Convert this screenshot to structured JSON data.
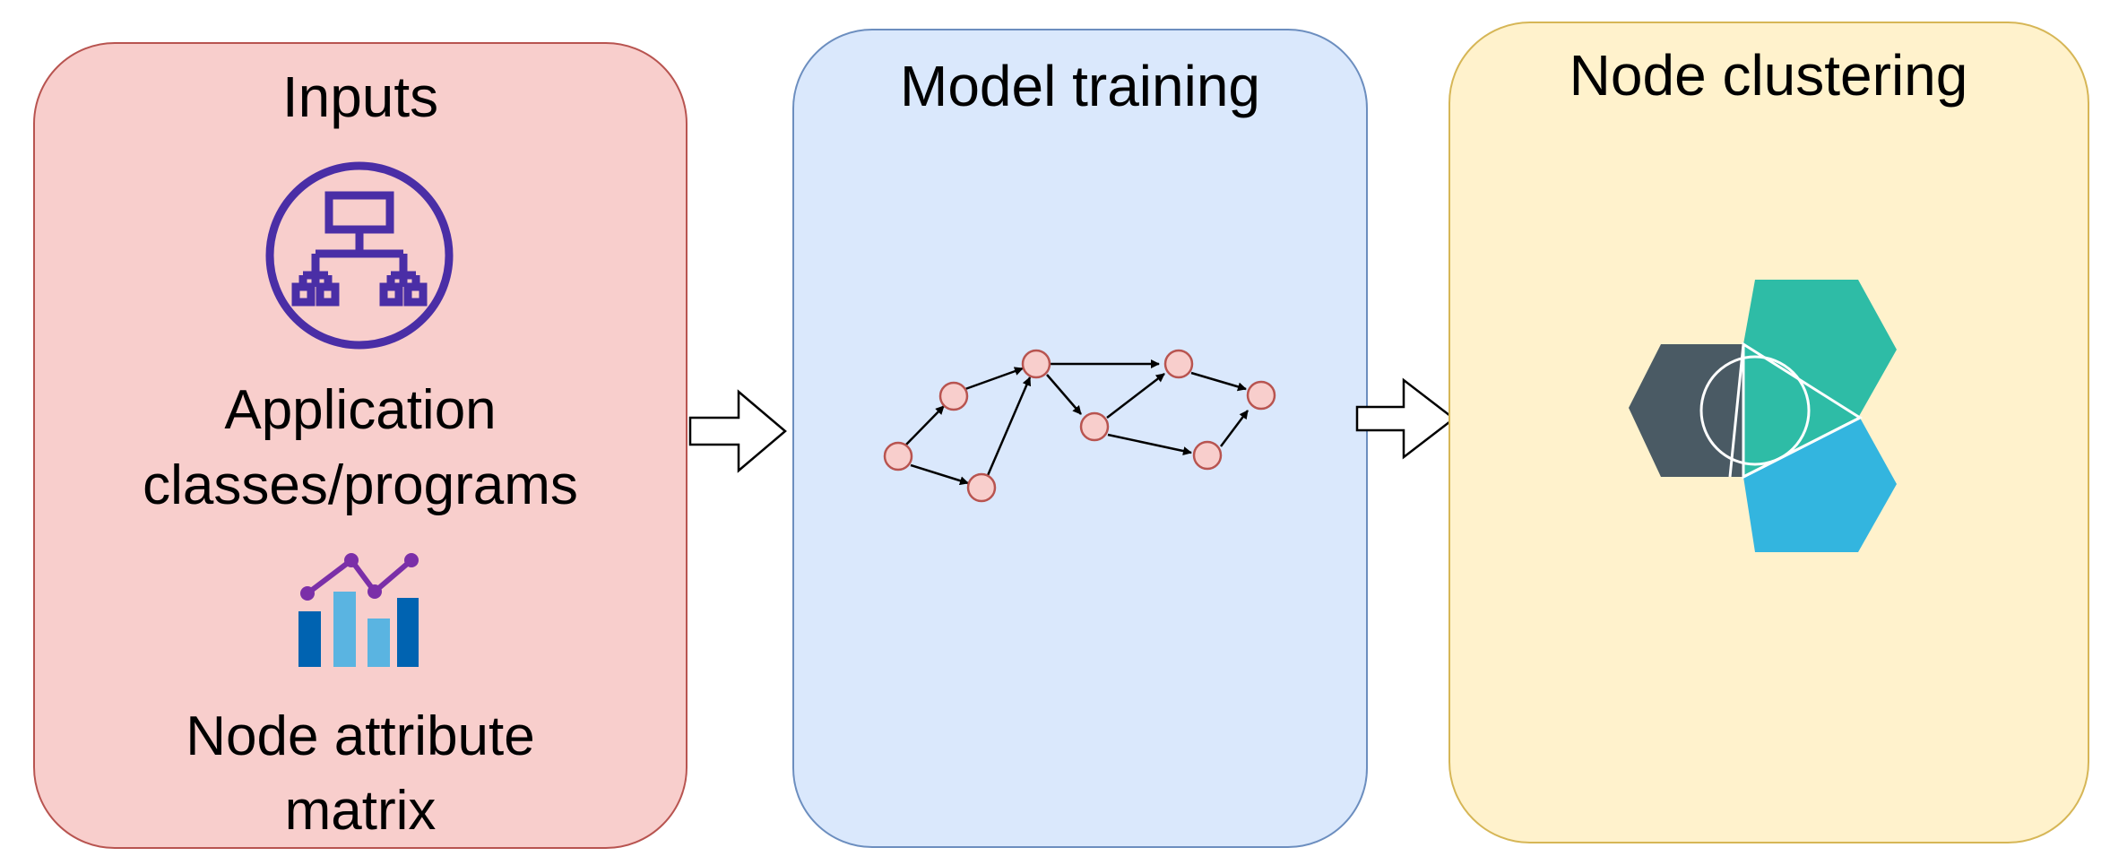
{
  "panels": {
    "inputs": {
      "title": "Inputs",
      "item1_line1": "Application",
      "item1_line2": "classes/programs",
      "item2_line1": "Node attribute",
      "item2_line2": "matrix"
    },
    "model": {
      "title": "Model training"
    },
    "clustering": {
      "title": "Node clustering"
    }
  },
  "icons": {
    "hierarchy": "sitemap-icon",
    "chart": "bar-line-chart-icon",
    "graph": "directed-graph-icon",
    "cluster": "hexagon-cluster-icon"
  },
  "colors": {
    "inputs_fill": "#f8cecc",
    "inputs_stroke": "#b85450",
    "model_fill": "#dae8fc",
    "model_stroke": "#6c8ebf",
    "clustering_fill": "#fff2cc",
    "clustering_stroke": "#d6b656",
    "icon_purple": "#4a2ea6",
    "node_fill": "#f8cecc",
    "node_stroke": "#b85450",
    "hex_dark": "#4a5a64",
    "hex_teal": "#2ebca6",
    "hex_blue": "#33b5df"
  }
}
